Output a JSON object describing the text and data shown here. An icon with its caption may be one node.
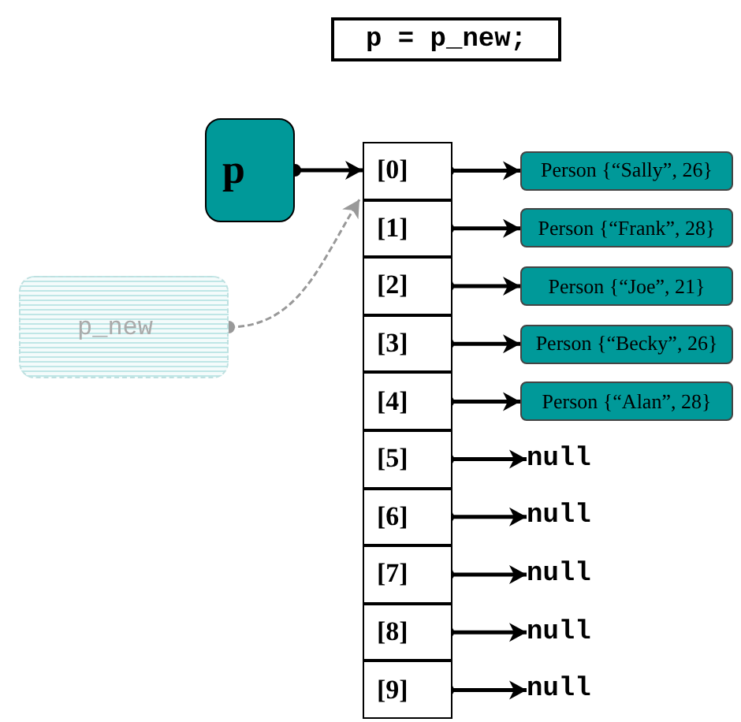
{
  "diagram": {
    "title": "p = p_new;",
    "nodes": [
      {
        "text": [
          "p"
        ]
      },
      {
        "text": [
          "p_new"
        ]
      },
      {
        "text": [
          "[0]"
        ]
      },
      {
        "text": [
          "[1]"
        ]
      },
      {
        "text": [
          "[2]"
        ]
      },
      {
        "text": [
          "[3]"
        ]
      },
      {
        "text": [
          "[4]"
        ]
      },
      {
        "text": [
          "[5]"
        ]
      },
      {
        "text": [
          "[6]"
        ]
      },
      {
        "text": [
          "[7]"
        ]
      },
      {
        "text": [
          "[8]"
        ]
      },
      {
        "text": [
          "[9]"
        ]
      },
      {
        "text": [
          "Person {“Sally”, 26}"
        ]
      },
      {
        "text": [
          "Person {“Frank”, 28}"
        ]
      },
      {
        "text": [
          "Person {“Joe”, 21}"
        ]
      },
      {
        "text": [
          "Person {“Becky”, 26}"
        ]
      },
      {
        "text": [
          "Person {“Alan”, 28}"
        ]
      },
      {
        "text": [
          "null"
        ]
      },
      {
        "text": [
          "null"
        ]
      },
      {
        "text": [
          "null"
        ]
      },
      {
        "text": [
          "null"
        ]
      },
      {
        "text": [
          "null"
        ]
      }
    ],
    "edges": [
      {
        "from": 0,
        "to": 2,
        "arrow": "to"
      },
      {
        "from": 1,
        "to": 2,
        "arrow": "to",
        "style": "dashed",
        "color": "#999999"
      },
      {
        "from": 2,
        "to": 12,
        "arrow": "to"
      },
      {
        "from": 3,
        "to": 13,
        "arrow": "to"
      },
      {
        "from": 4,
        "to": 14,
        "arrow": "to"
      },
      {
        "from": 5,
        "to": 15,
        "arrow": "to"
      },
      {
        "from": 6,
        "to": 16,
        "arrow": "to"
      },
      {
        "from": 7,
        "to": 17,
        "arrow": "to"
      },
      {
        "from": 8,
        "to": 18,
        "arrow": "to"
      },
      {
        "from": 9,
        "to": 19,
        "arrow": "to"
      },
      {
        "from": 10,
        "to": 20,
        "arrow": "to"
      },
      {
        "from": 11,
        "to": 21,
        "arrow": "to"
      }
    ]
  }
}
